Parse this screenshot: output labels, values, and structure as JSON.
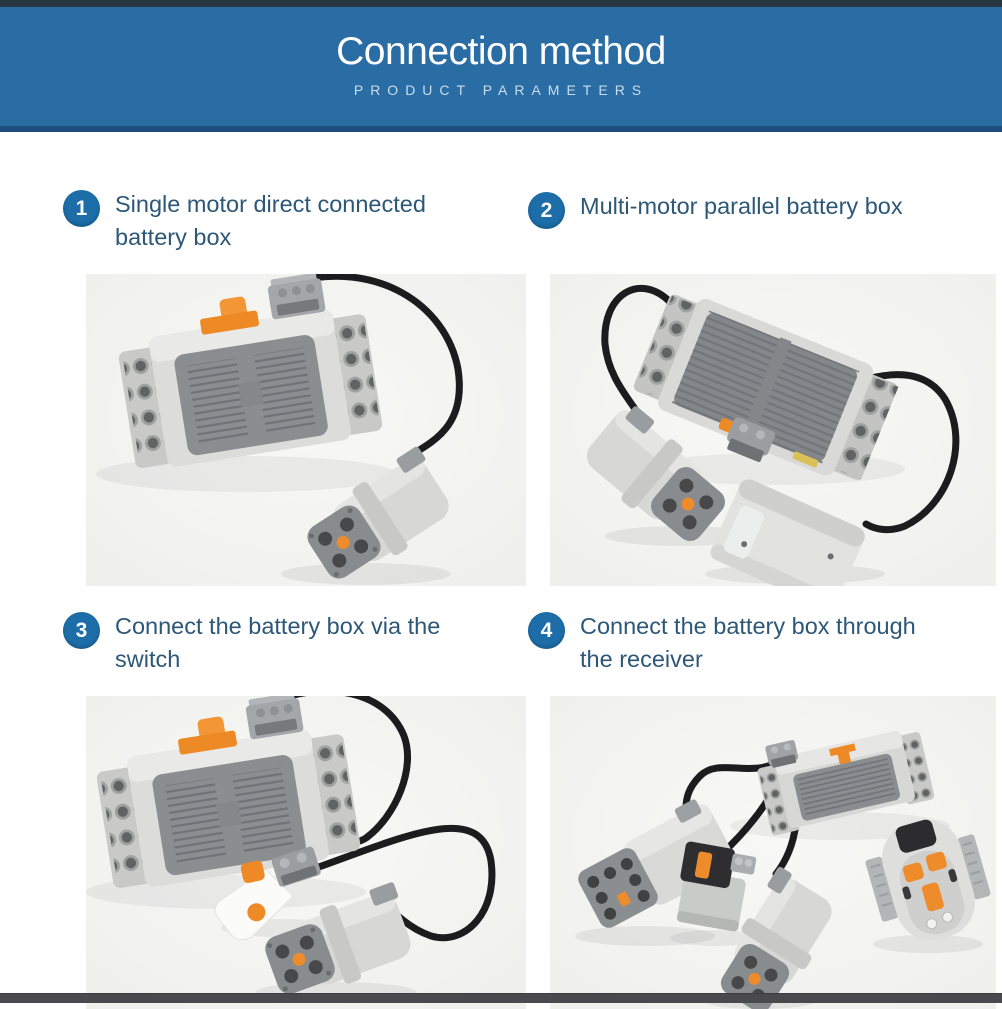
{
  "banner": {
    "title": "Connection method",
    "subtitle": "PRODUCT PARAMETERS",
    "bg_color": "#2a6ca4",
    "top_edge_color": "#28323c",
    "bottom_edge_color": "#1d4d7b",
    "title_color": "#ffffff",
    "subtitle_color": "#cadded"
  },
  "steps": [
    {
      "number": "1",
      "label": "Single motor direct connected battery box",
      "components": [
        "battery-box",
        "cable",
        "m-motor"
      ]
    },
    {
      "number": "2",
      "label": "Multi-motor parallel battery box",
      "components": [
        "battery-box",
        "cable",
        "m-motor",
        "xl-motor"
      ]
    },
    {
      "number": "3",
      "label": "Connect the battery box via the switch",
      "components": [
        "battery-box",
        "cable",
        "pole-reverser-switch",
        "m-motor"
      ]
    },
    {
      "number": "4",
      "label": "Connect the battery box through the receiver",
      "components": [
        "battery-box",
        "cable",
        "xl-motor",
        "ir-receiver",
        "m-motor",
        "ir-remote-control"
      ]
    }
  ],
  "badge": {
    "bg_color": "#1c6da8",
    "text_color": "#ffffff"
  },
  "heading_text_color": "#2d5777",
  "photo_panel_bg": "#f4f4f2",
  "footer_bar_color": "#4a4a4e",
  "lego_colors": {
    "light_gray": "#d9dad8",
    "dark_gray": "#8b8e90",
    "orange": "#ee8b2a",
    "cable_black": "#1c1c1e"
  }
}
